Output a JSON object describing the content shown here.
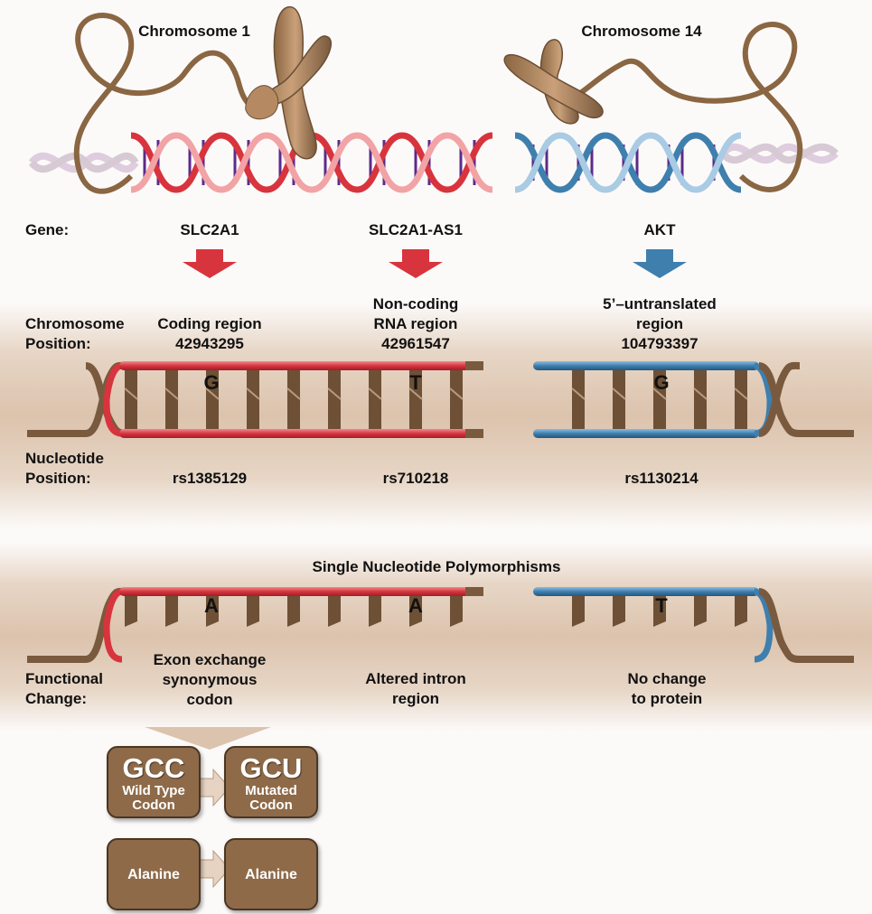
{
  "chromosomes": {
    "left": "Chromosome 1",
    "right": "Chromosome 14"
  },
  "gene_row": {
    "label": "Gene:",
    "genes": [
      "SLC2A1",
      "SLC2A1-AS1",
      "AKT"
    ]
  },
  "chromosome_position": {
    "label_line1": "Chromosome",
    "label_line2": "Position:",
    "regions": [
      {
        "line1": "",
        "line2": "Coding region",
        "number": "42943295"
      },
      {
        "line1": "Non-coding",
        "line2": "RNA region",
        "number": "42961547"
      },
      {
        "line1": "5’–untranslated",
        "line2": "region",
        "number": "104793397"
      }
    ]
  },
  "reference_bases": [
    "G",
    "T",
    "G"
  ],
  "nucleotide_position": {
    "label_line1": "Nucleotide",
    "label_line2": "Position:",
    "rs_ids": [
      "rs1385129",
      "rs710218",
      "rs1130214"
    ]
  },
  "snp_title": "Single Nucleotide Polymorphisms",
  "variant_bases": [
    "A",
    "A",
    "T"
  ],
  "functional_change": {
    "label_line1": "Functional",
    "label_line2": "Change:",
    "items": [
      {
        "line1": "Exon exchange",
        "line2": "synonymous",
        "line3": "codon"
      },
      {
        "line1": "Altered intron",
        "line2": "region",
        "line3": ""
      },
      {
        "line1": "No change",
        "line2": "to protein",
        "line3": ""
      }
    ]
  },
  "codons": {
    "wild": {
      "code": "GCC",
      "line1": "Wild Type",
      "line2": "Codon"
    },
    "mutated": {
      "code": "GCU",
      "line1": "Mutated",
      "line2": "Codon"
    }
  },
  "amino_acids": {
    "wild": "Alanine",
    "mutated": "Alanine"
  },
  "colors": {
    "red": "#d8343e",
    "blue": "#3f7fae",
    "brown": "#7a5a3e",
    "band": "#dcc3ad",
    "purple": "#5d2a8a"
  }
}
